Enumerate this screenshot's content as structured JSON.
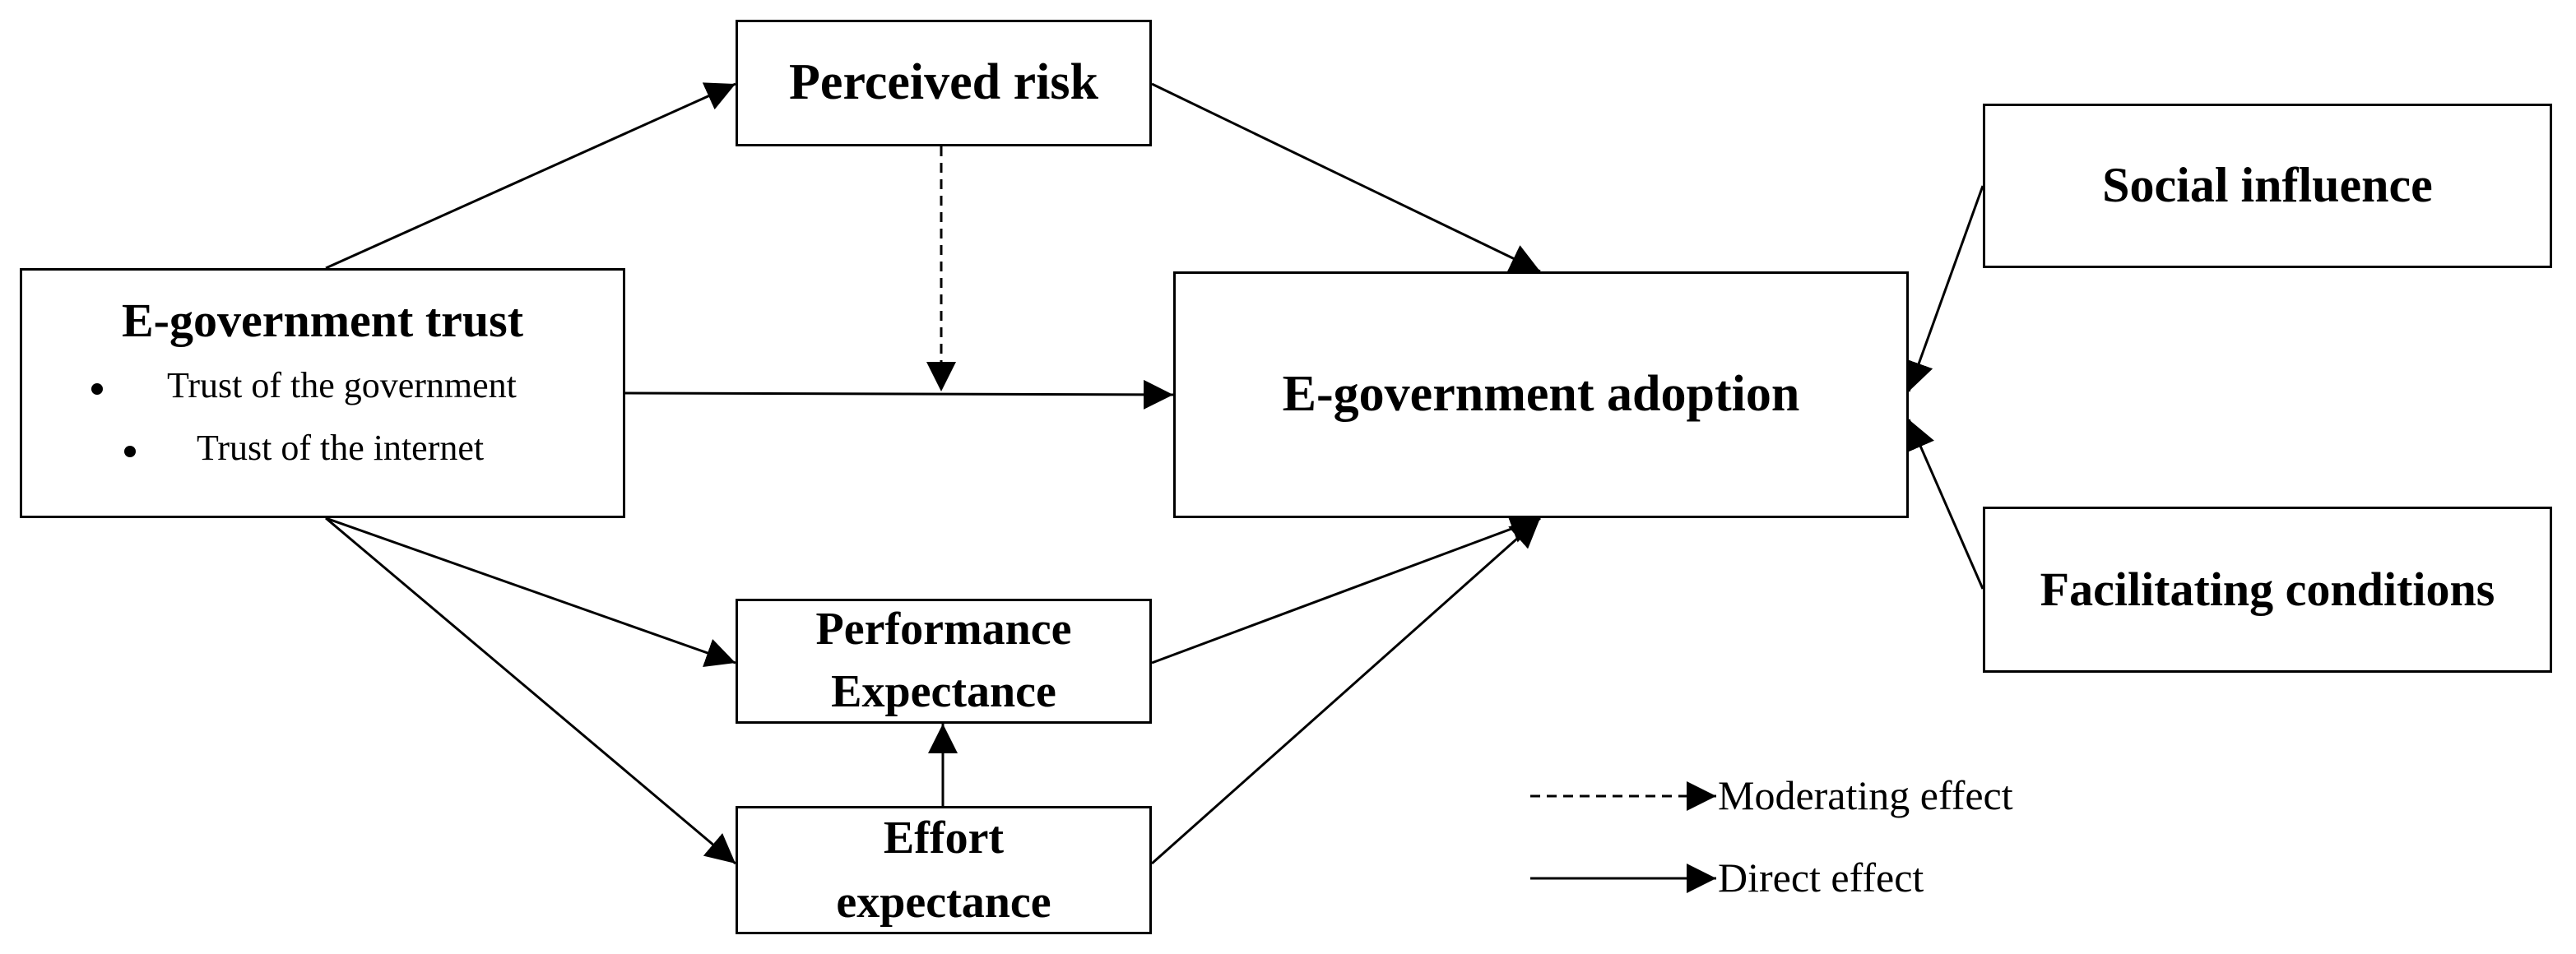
{
  "nodes": {
    "perceived_risk": {
      "label": "Perceived risk"
    },
    "egov_trust": {
      "label": "E-government trust",
      "bullets": [
        "Trust of the government",
        "Trust of  the internet"
      ]
    },
    "egov_adoption": {
      "label": "E-government adoption"
    },
    "social_influence": {
      "label": "Social influence"
    },
    "facilitating_conditions": {
      "label": "Facilitating conditions"
    },
    "performance_expectance": {
      "line1": "Performance",
      "line2": "Expectance"
    },
    "effort_expectance": {
      "line1": "Effort",
      "line2": "expectance"
    }
  },
  "legend": {
    "moderating": "Moderating effect",
    "direct": "Direct effect"
  },
  "edges": [
    {
      "from": "egov_trust",
      "to": "perceived_risk",
      "type": "direct"
    },
    {
      "from": "egov_trust",
      "to": "egov_adoption",
      "type": "direct"
    },
    {
      "from": "egov_trust",
      "to": "performance_expectance",
      "type": "direct"
    },
    {
      "from": "egov_trust",
      "to": "effort_expectance",
      "type": "direct"
    },
    {
      "from": "perceived_risk",
      "to": "egov_adoption",
      "type": "direct"
    },
    {
      "from": "perceived_risk",
      "to": "edge:egov_trust->egov_adoption",
      "type": "moderating"
    },
    {
      "from": "performance_expectance",
      "to": "egov_adoption",
      "type": "direct"
    },
    {
      "from": "effort_expectance",
      "to": "egov_adoption",
      "type": "direct"
    },
    {
      "from": "effort_expectance",
      "to": "performance_expectance",
      "type": "direct"
    },
    {
      "from": "social_influence",
      "to": "egov_adoption",
      "type": "direct"
    },
    {
      "from": "facilitating_conditions",
      "to": "egov_adoption",
      "type": "direct"
    }
  ]
}
